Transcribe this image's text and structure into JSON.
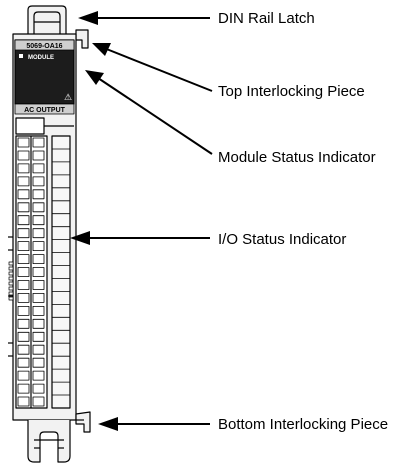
{
  "module": {
    "catalog_number": "5069-OA16",
    "status_label": "MODULE",
    "type_label": "AC OUTPUT",
    "warning_symbol": "⚠"
  },
  "callouts": {
    "din_rail_latch": "DIN Rail Latch",
    "top_interlocking_piece": "Top Interlocking Piece",
    "module_status_indicator": "Module Status Indicator",
    "io_status_indicator": "I/O Status Indicator",
    "bottom_interlocking_piece": "Bottom Interlocking Piece"
  },
  "colors": {
    "line": "#000000",
    "panel_dark": "#1c1c1c",
    "body_light": "#f2f2f2",
    "shade": "#cfcfcf"
  }
}
